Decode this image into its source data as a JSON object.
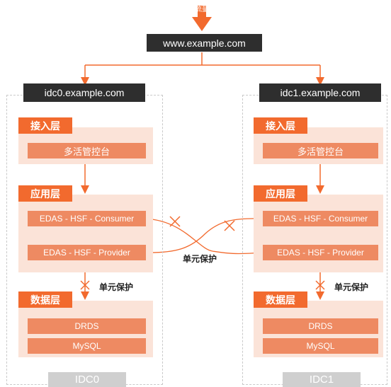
{
  "traffic_label": "流量",
  "domain_root": "www.example.com",
  "idc_left": {
    "domain": "idc0.example.com",
    "access_layer": {
      "tag": "接入层",
      "items": [
        "多活管控台"
      ]
    },
    "app_layer": {
      "tag": "应用层",
      "consumer": "EDAS - HSF - Consumer",
      "provider": "EDAS - HSF - Provider"
    },
    "data_layer": {
      "tag": "数据层",
      "items": [
        "DRDS",
        "MySQL"
      ]
    },
    "unit_protect": "单元保护",
    "label": "IDC0"
  },
  "idc_right": {
    "domain": "idc1.example.com",
    "access_layer": {
      "tag": "接入层",
      "items": [
        "多活管控台"
      ]
    },
    "app_layer": {
      "tag": "应用层",
      "consumer": "EDAS - HSF - Consumer",
      "provider": "EDAS - HSF - Provider"
    },
    "data_layer": {
      "tag": "数据层",
      "items": [
        "DRDS",
        "MySQL"
      ]
    },
    "unit_protect": "单元保护",
    "label": "IDC1"
  },
  "cross_unit_protect": "单元保护",
  "colors": {
    "accent": "#f26a2e",
    "light": "#fbe3d8",
    "bar": "#ee8a62",
    "dark": "#2e2e2e",
    "line": "#f26a2e"
  }
}
